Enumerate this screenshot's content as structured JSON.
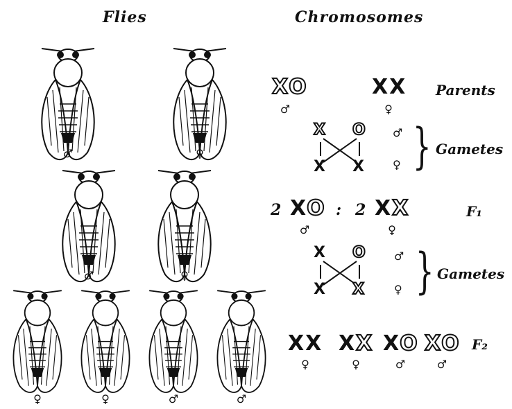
{
  "headers": {
    "flies": "Flies",
    "chromosomes": "Chromosomes"
  },
  "symbols": {
    "male": "♂",
    "female": "♀"
  },
  "labels": {
    "parents": "Parents",
    "gametes": "Gametes",
    "f1": "F₁",
    "f2": "F₂"
  },
  "chromosomes": {
    "parents": [
      {
        "c1": "X",
        "c2": "O",
        "sex": "♂"
      },
      {
        "c1": "X",
        "c2": "X",
        "sex": "♀"
      }
    ],
    "f1": {
      "male_count": "2",
      "male": "XO",
      "sep": ":",
      "female_count": "2",
      "female": "XX"
    },
    "f2": [
      "XX",
      "XX",
      "XO",
      "XO"
    ],
    "f2_sex": [
      "♀",
      "♀",
      "♂",
      "♂"
    ]
  },
  "flies": {
    "parents": [
      "♂",
      "♀"
    ],
    "f1": [
      "♂",
      "♀"
    ],
    "f2": [
      "♀",
      "♀",
      "♂",
      "♂"
    ]
  }
}
